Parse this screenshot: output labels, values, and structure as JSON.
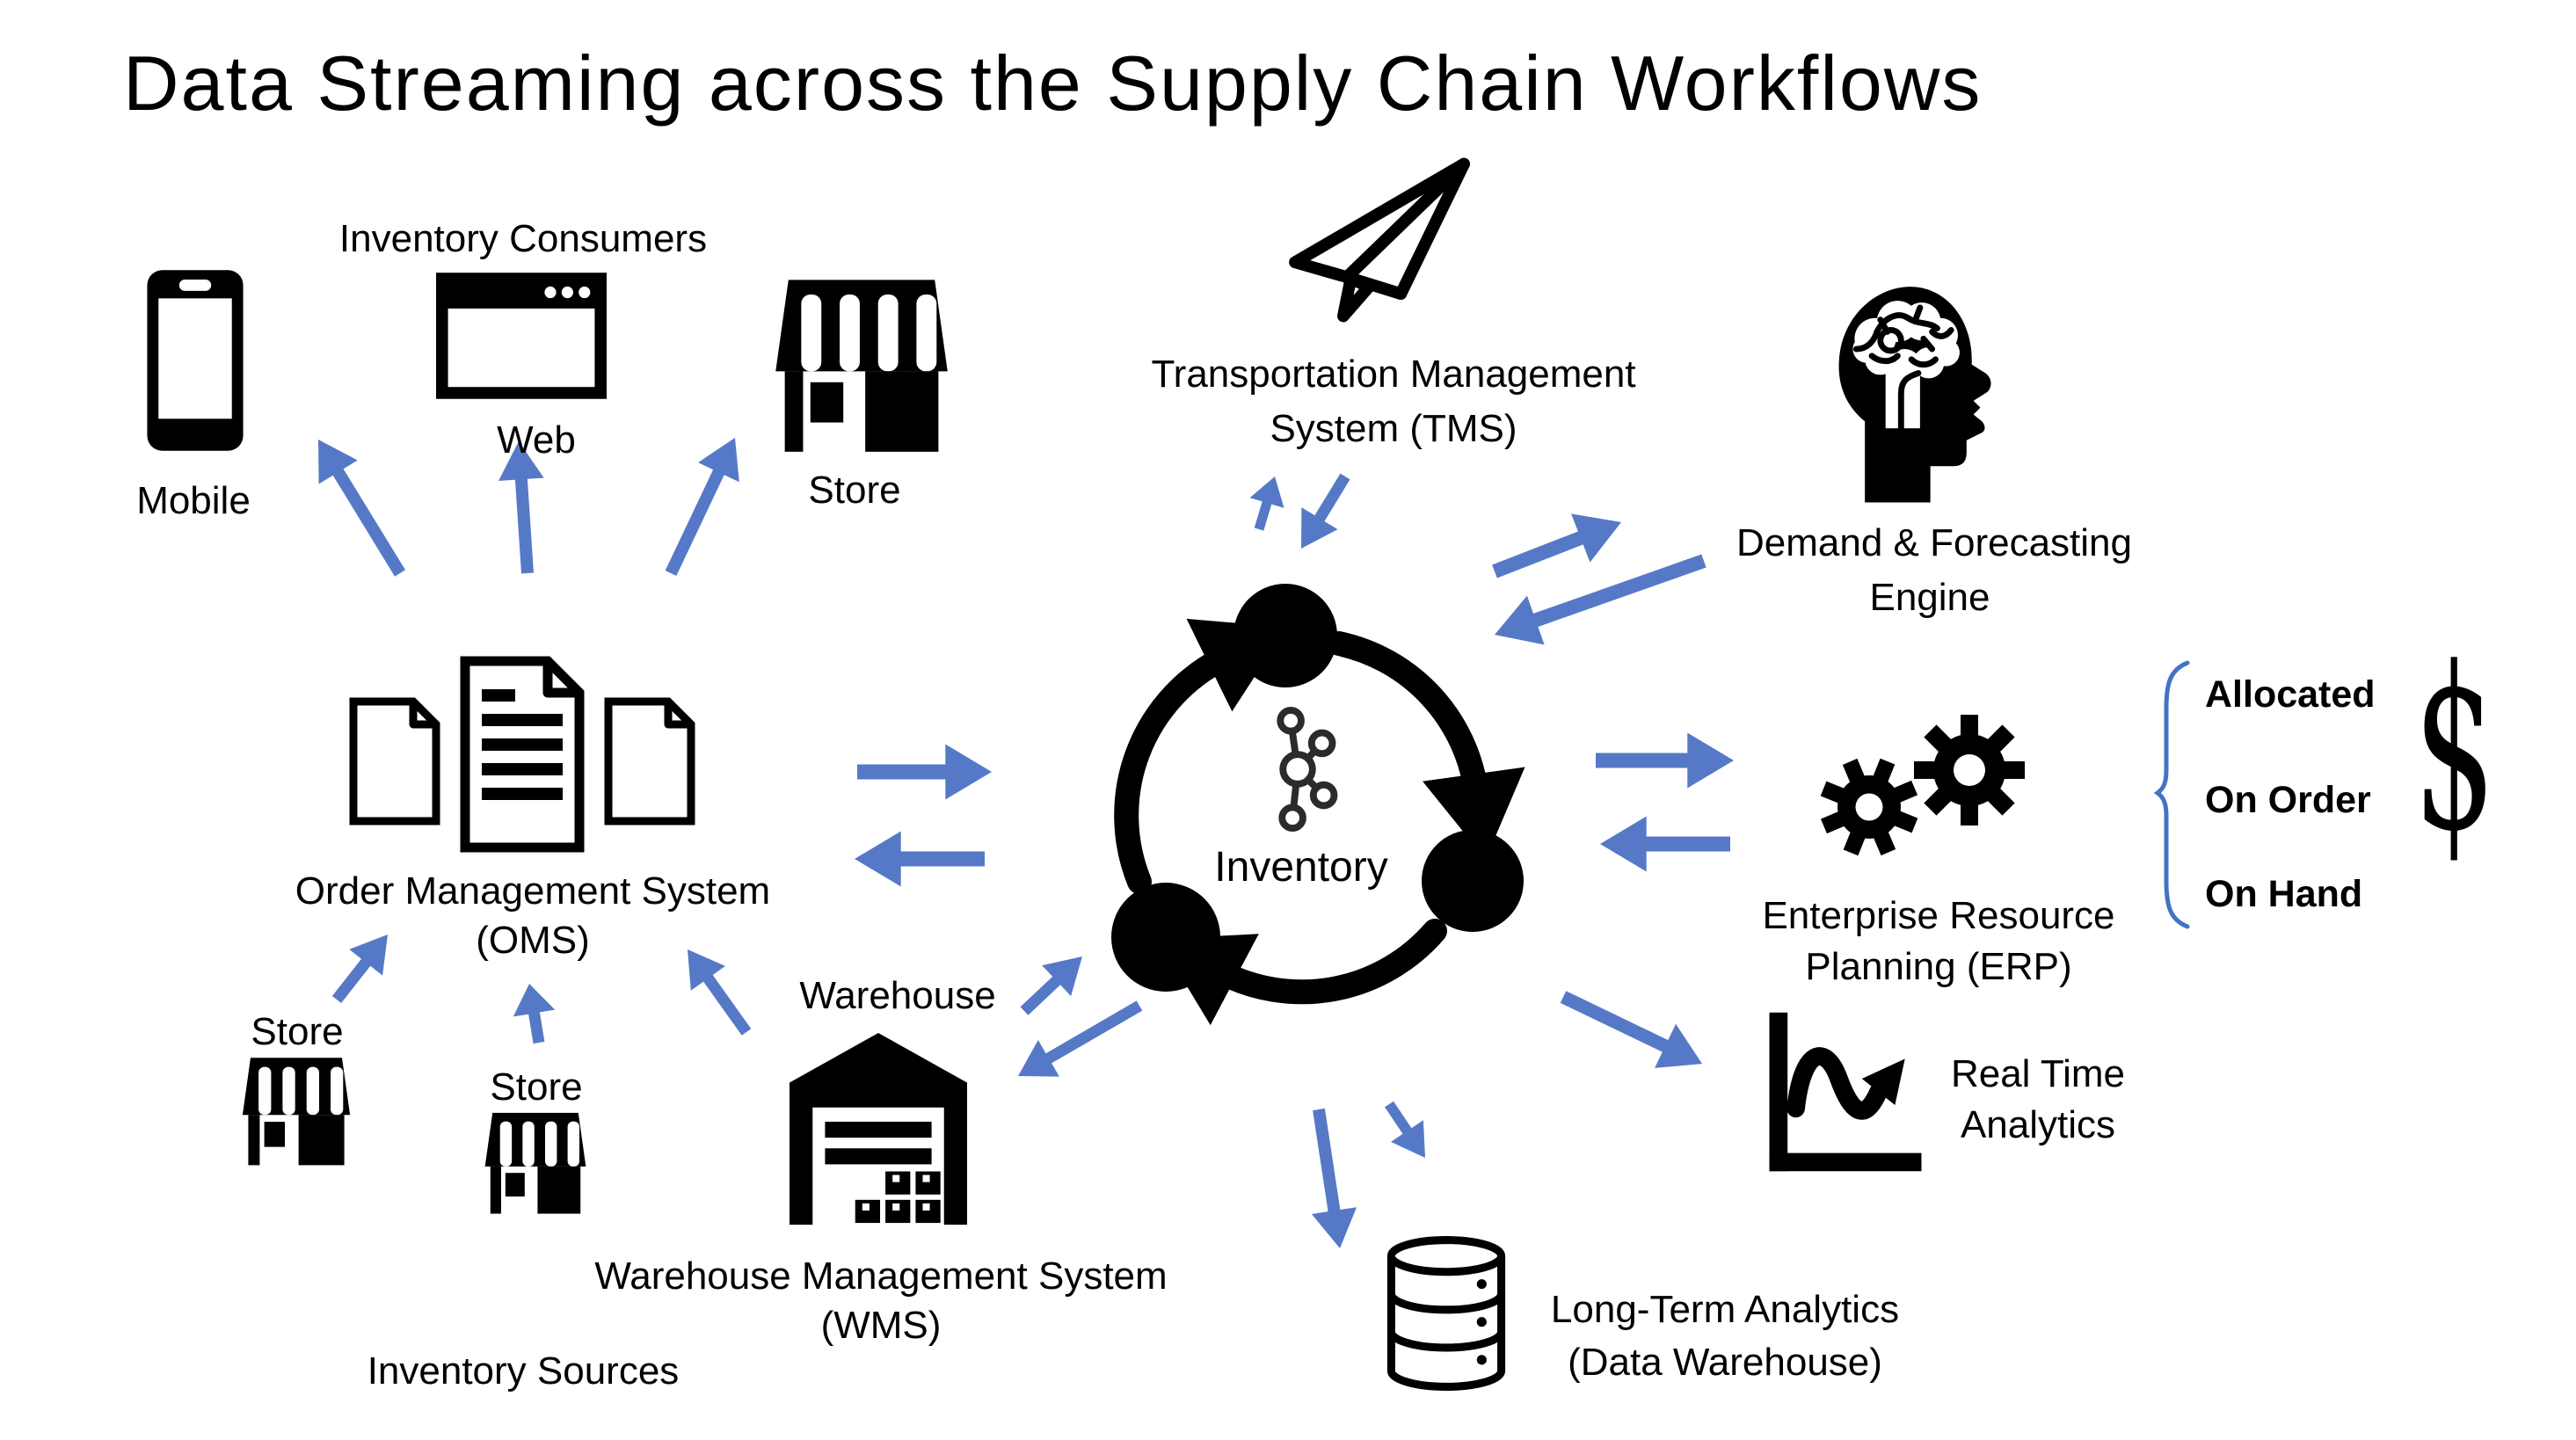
{
  "title": "Data Streaming across the Supply Chain Workflows",
  "colors": {
    "background": "#FFFFFF",
    "ink": "#000000",
    "arrow": "#5679C7",
    "brace": "#4472C4"
  },
  "consumers": {
    "heading": "Inventory Consumers",
    "mobile": "Mobile",
    "web": "Web",
    "store": "Store"
  },
  "oms": {
    "line1": "Order Management System",
    "line2": "(OMS)"
  },
  "sources": {
    "heading": "Inventory Sources",
    "store1": "Store",
    "store2": "Store",
    "warehouse": "Warehouse"
  },
  "wms": {
    "line1": "Warehouse Management System",
    "line2": "(WMS)"
  },
  "hub": {
    "label": "Inventory"
  },
  "tms": {
    "line1": "Transportation Management",
    "line2": "System (TMS)"
  },
  "demand": {
    "line1": "Demand & Forecasting",
    "line2": "Engine"
  },
  "erp": {
    "line1": "Enterprise Resource",
    "line2": "Planning (ERP)",
    "statuses": [
      "Allocated",
      "On Order",
      "On Hand"
    ],
    "currency": "$"
  },
  "rta": {
    "line1": "Real Time",
    "line2": "Analytics"
  },
  "lta": {
    "line1": "Long-Term Analytics",
    "line2": "(Data Warehouse)"
  }
}
